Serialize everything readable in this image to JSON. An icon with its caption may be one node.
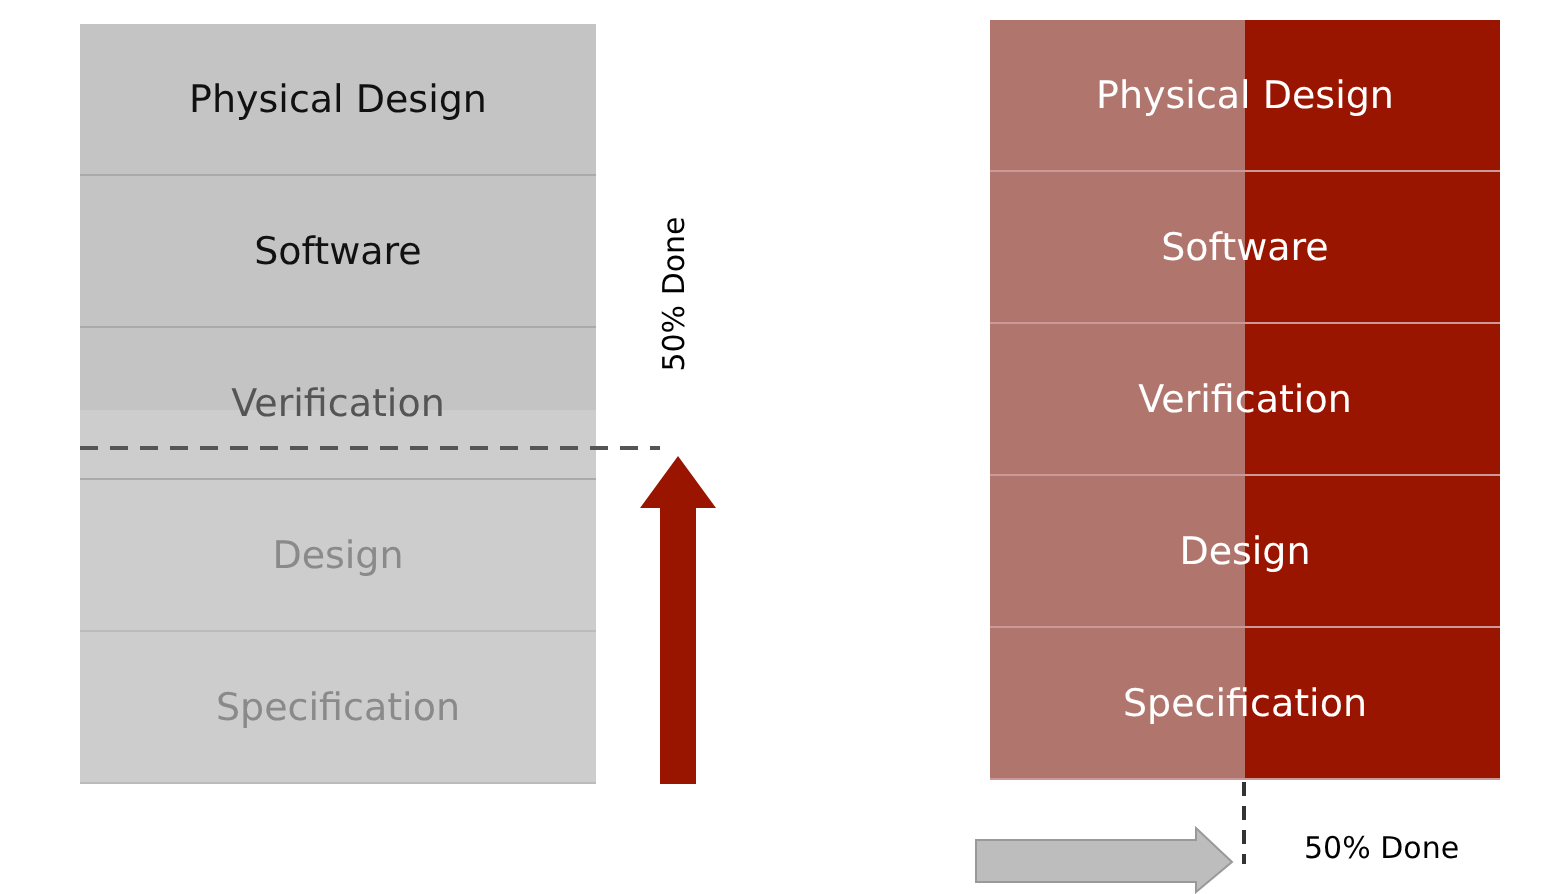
{
  "diagram": {
    "nodes": [
      {
        "text": [
          "Physical Design"
        ]
      },
      {
        "text": [
          "Software"
        ]
      },
      {
        "text": [
          "Verification"
        ]
      },
      {
        "text": [
          "Design"
        ]
      },
      {
        "text": [
          "Specification"
        ]
      },
      {
        "text": [
          "Physical Design"
        ]
      },
      {
        "text": [
          "Software"
        ]
      },
      {
        "text": [
          "Verification"
        ]
      },
      {
        "text": [
          "Design"
        ]
      },
      {
        "text": [
          "Specification"
        ]
      }
    ],
    "edges": [],
    "labels": [
      "50% Done",
      "50% Done"
    ]
  }
}
